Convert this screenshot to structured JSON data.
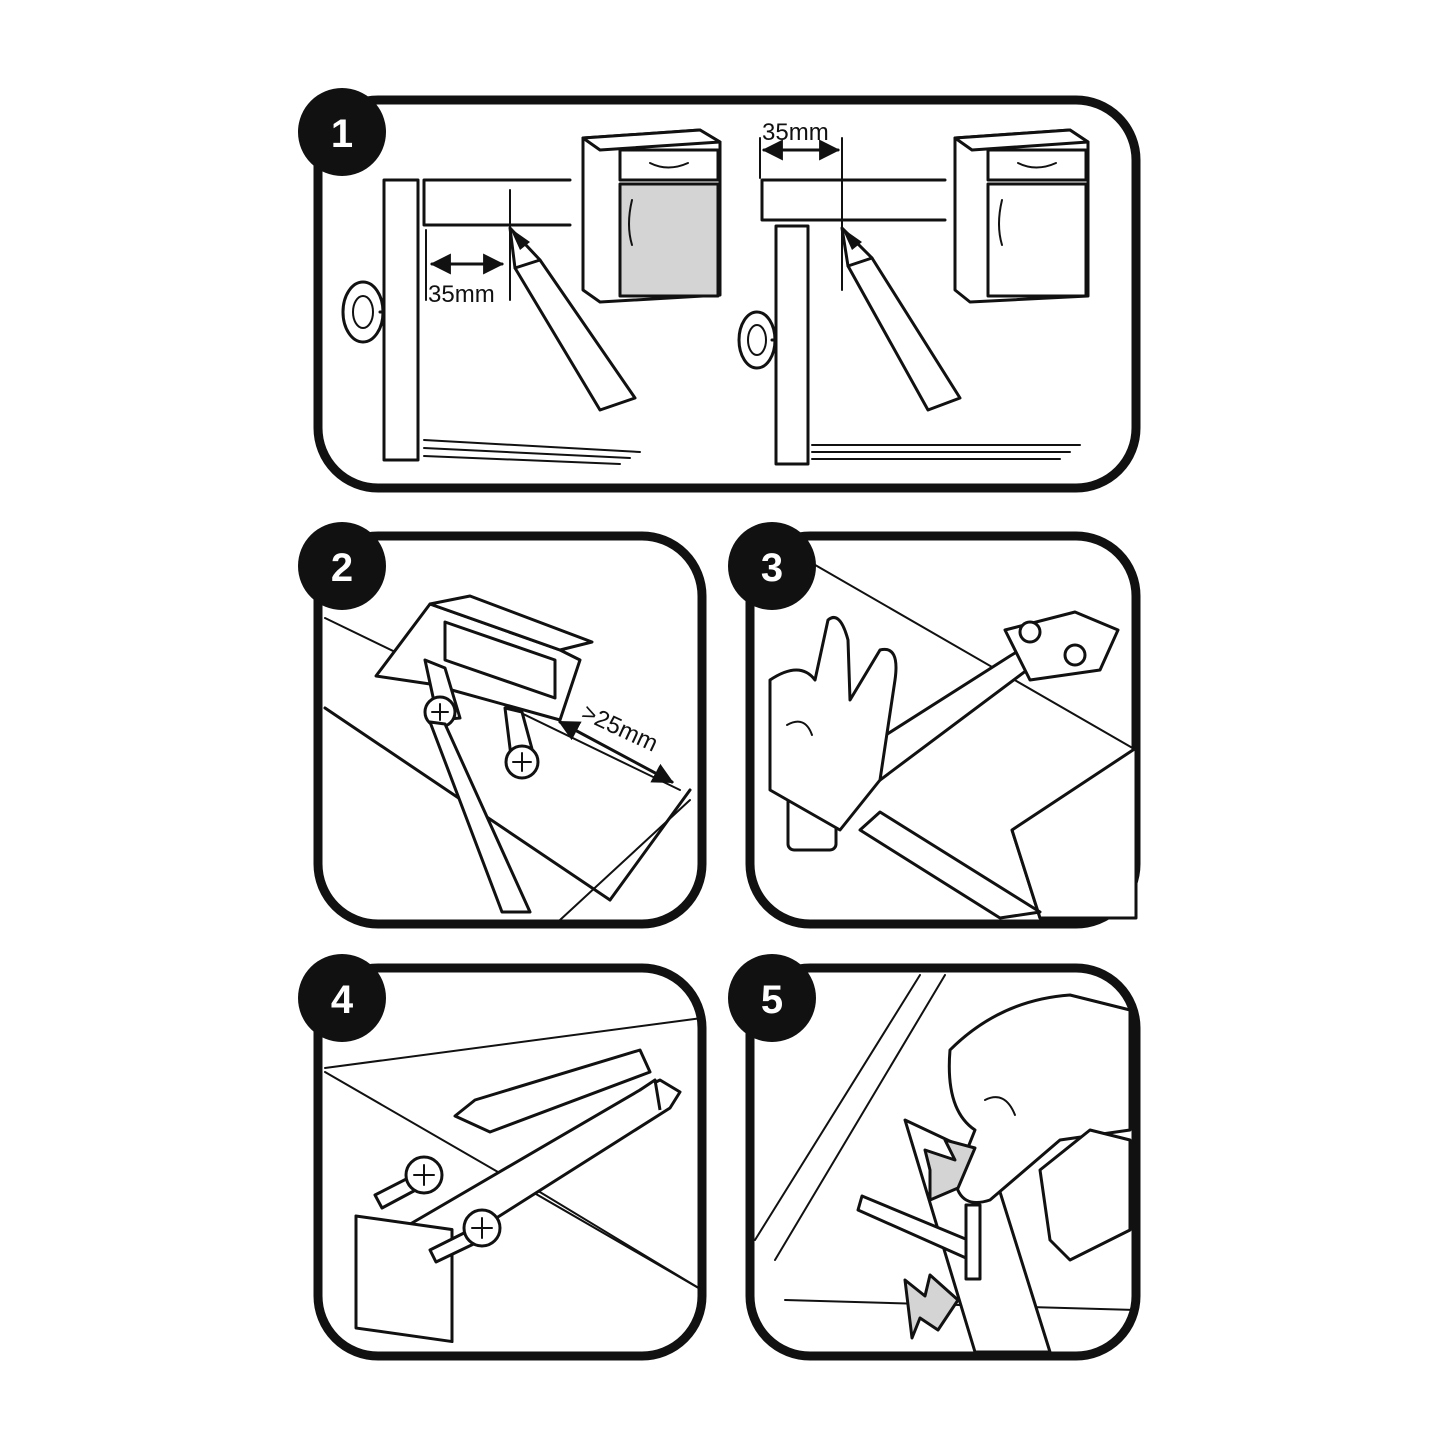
{
  "steps": [
    {
      "number": "1",
      "labels": [
        "35mm",
        "35mm"
      ]
    },
    {
      "number": "2",
      "labels": [
        ">25mm"
      ]
    },
    {
      "number": "3"
    },
    {
      "number": "4"
    },
    {
      "number": "5"
    }
  ],
  "colors": {
    "ink": "#111111",
    "fill_grey": "#d4d4d4",
    "background": "#ffffff"
  }
}
